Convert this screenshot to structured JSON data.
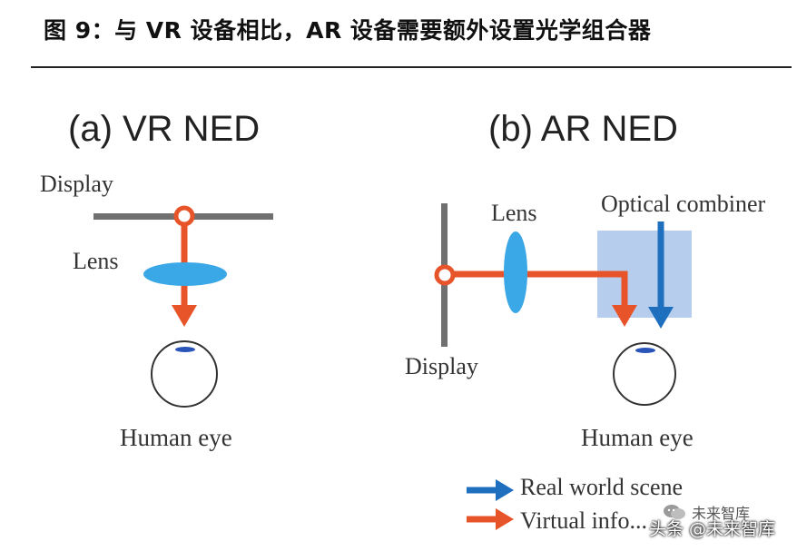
{
  "header": {
    "title": "图 9：与 VR 设备相比，AR 设备需要额外设置光学组合器"
  },
  "panel_vr": {
    "heading": "(a) VR NED",
    "display_label": "Display",
    "lens_label": "Lens",
    "eye_label": "Human eye"
  },
  "panel_ar": {
    "heading": "(b) AR NED",
    "lens_label": "Lens",
    "combiner_label": "Optical combiner",
    "display_label": "Display",
    "eye_label": "Human eye"
  },
  "legend": {
    "items": [
      {
        "label": "Real world scene",
        "color": "#1f6fbf"
      },
      {
        "label": "Virtual info...",
        "color": "#e8542a"
      }
    ]
  },
  "colors": {
    "arrow_orange": "#e8542a",
    "arrow_blue": "#1f6fbf",
    "lens_blue": "#3aa7e6",
    "combiner_fill": "#a9c4ea",
    "display_gray": "#707070"
  },
  "watermark": {
    "text": "头条 @未来智库",
    "wechat": "未来智库"
  }
}
